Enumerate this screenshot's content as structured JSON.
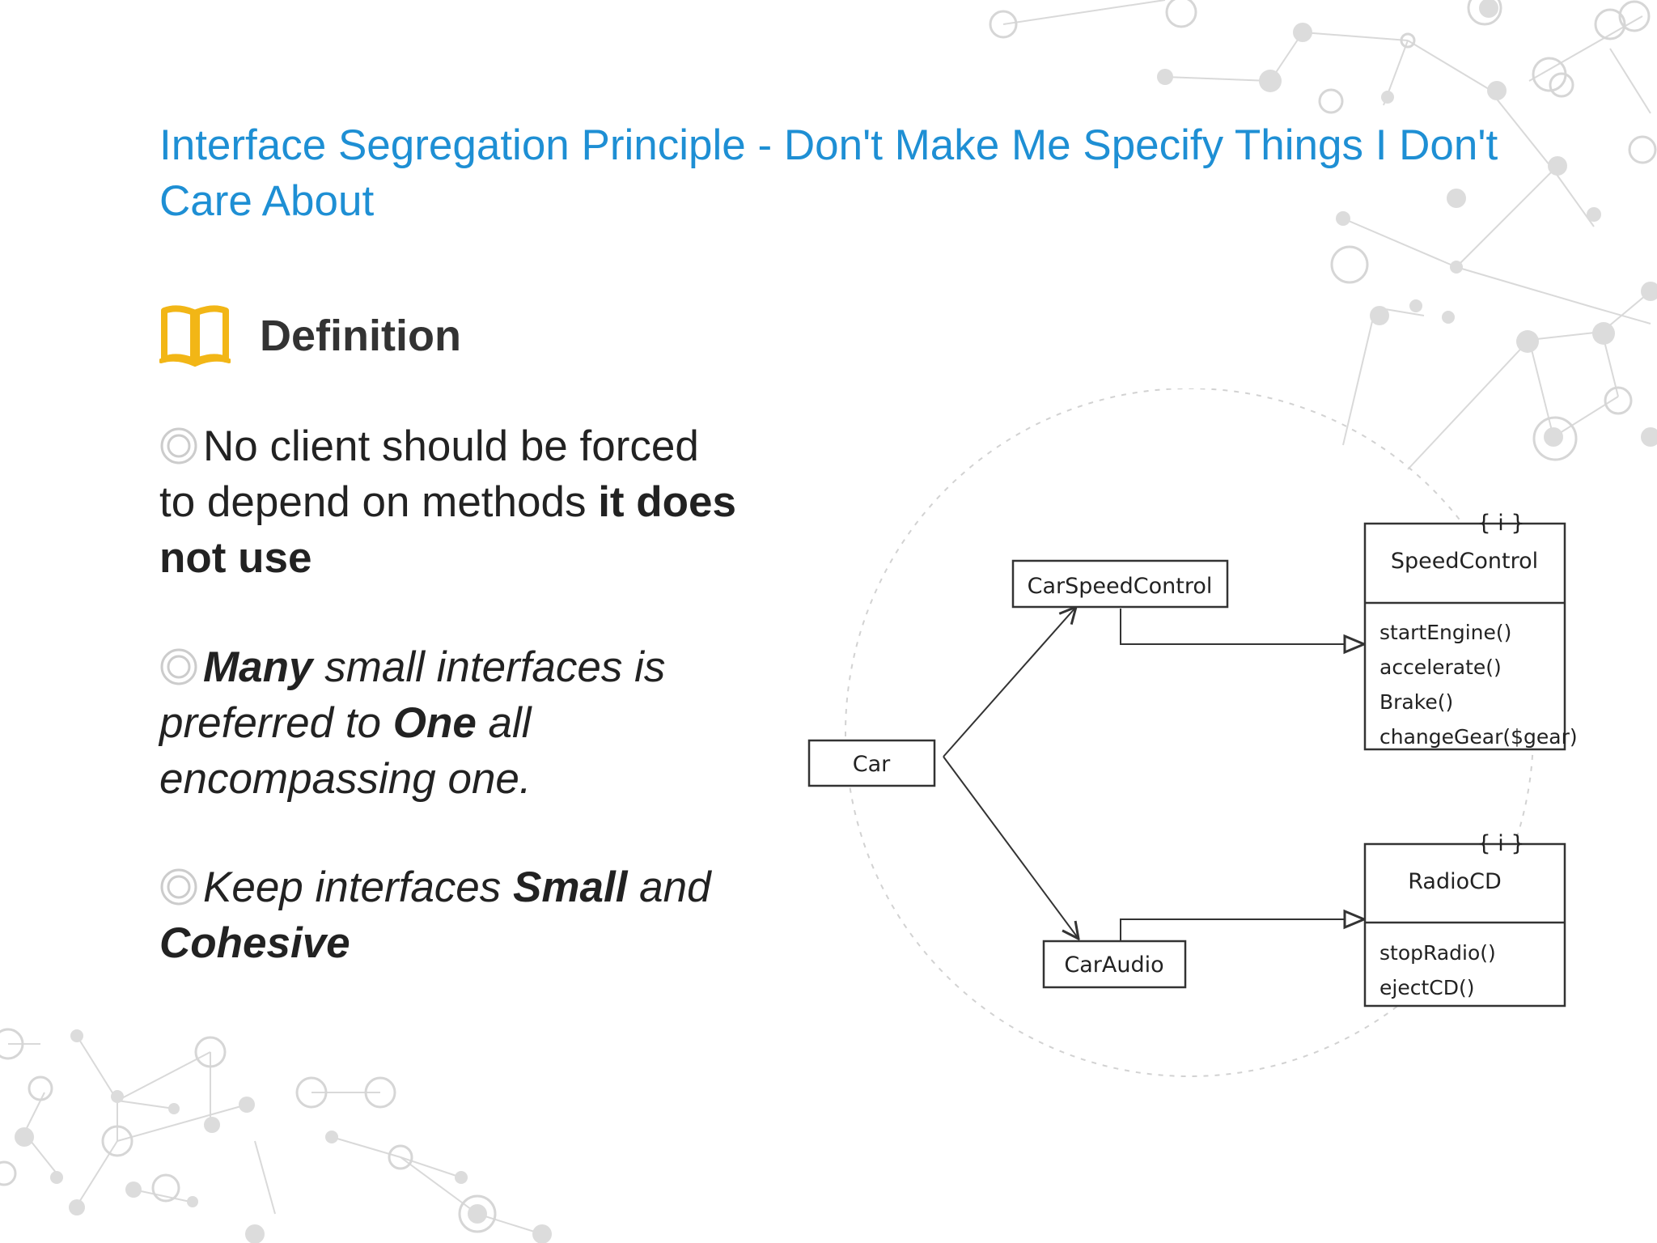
{
  "slide": {
    "title": "Interface Segregation Principle - Don't Make Me Specify Things I Don't Care About",
    "section_label": "Definition",
    "section_icon": "book-icon",
    "accent_color": "#1e8fd4",
    "icon_color": "#f2b616",
    "bullets": [
      {
        "part1": "No client should be forced to depend on methods ",
        "part2": "it does not use"
      },
      {
        "part1": "Many",
        "part2": " small interfaces is preferred to ",
        "part3": "One",
        "part4": " all encompassing one."
      },
      {
        "part1": "Keep interfaces ",
        "part2": "Small",
        "part3": " and ",
        "part4": "Cohesive"
      }
    ]
  },
  "diagram": {
    "classes": {
      "car": "Car",
      "car_speed_control": "CarSpeedControl",
      "car_audio": "CarAudio"
    },
    "interfaces": [
      {
        "stereotype": "{ i }",
        "name": "SpeedControl",
        "methods": [
          "startEngine()",
          "accelerate()",
          "Brake()",
          "changeGear($gear)"
        ]
      },
      {
        "stereotype": "{ i }",
        "name": "RadioCD",
        "methods": [
          "stopRadio()",
          "ejectCD()"
        ]
      }
    ]
  }
}
